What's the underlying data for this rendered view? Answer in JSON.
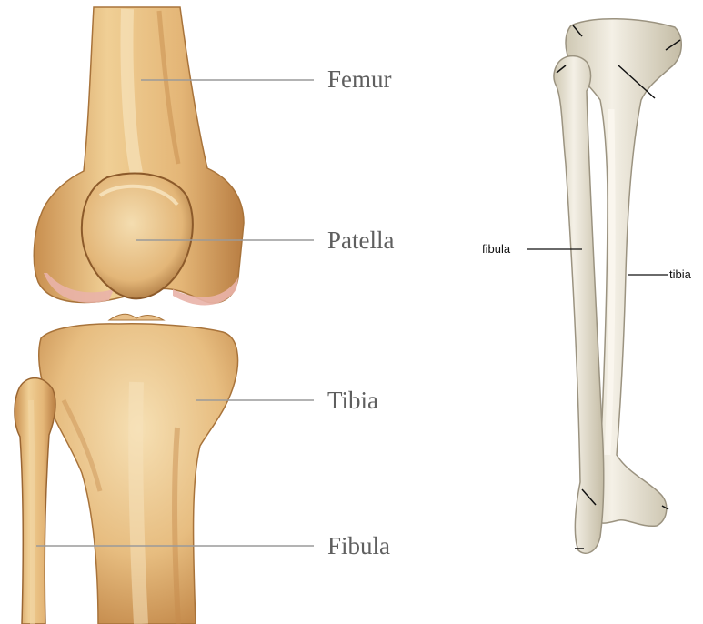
{
  "knee_diagram": {
    "labels": {
      "femur": "Femur",
      "patella": "Patella",
      "tibia": "Tibia",
      "fibula": "Fibula"
    }
  },
  "leg_diagram": {
    "labels": {
      "fibula": "fibula",
      "tibia": "tibia"
    }
  },
  "colors": {
    "bone_main": "#e3b67a",
    "bone_light": "#f2d7a6",
    "bone_shadow": "#b8834a",
    "cartilage": "#e9b3a8",
    "bone_pale": "#efeade",
    "bone_pale_shadow": "#c9c2ad",
    "leader_line_gray": "#9a9a9a",
    "leader_line_black": "#111111"
  }
}
